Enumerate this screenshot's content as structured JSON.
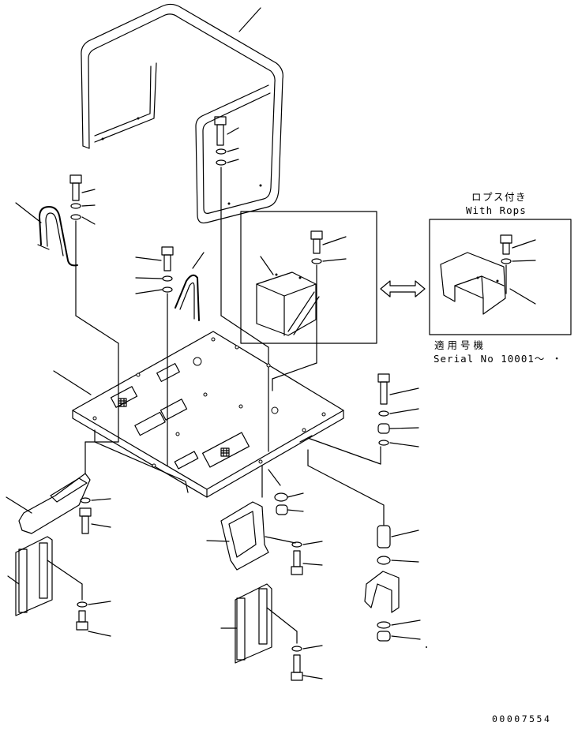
{
  "labels": {
    "rops_jp": "ロプス付き",
    "rops_en": "With Rops",
    "applicable_jp": "適用号機",
    "serial": "Serial No 10001～ ・",
    "drawing_number": "00007554"
  }
}
